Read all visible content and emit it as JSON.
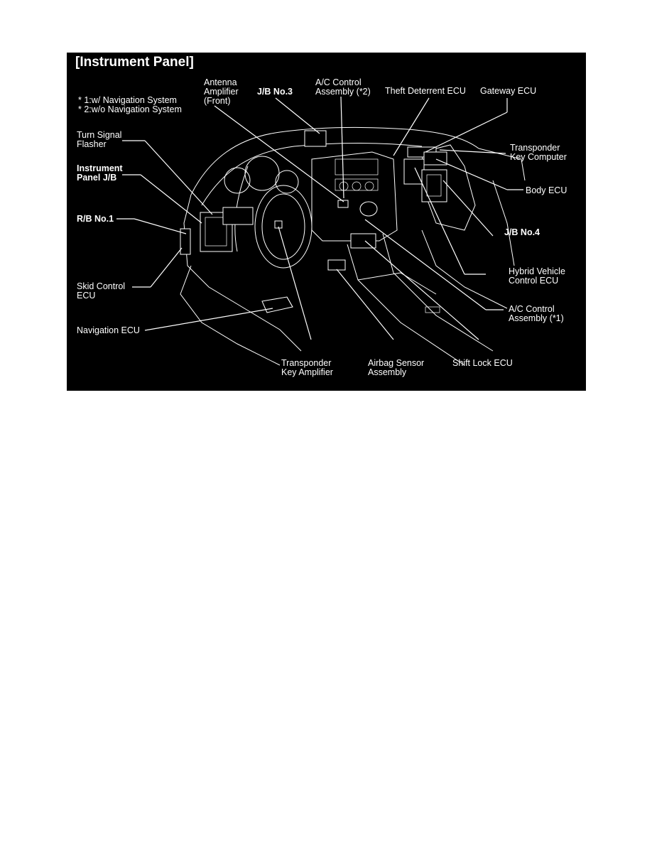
{
  "title": "[Instrument Panel]",
  "notes": [
    "* 1:w/ Navigation System",
    "* 2:w/o Navigation System"
  ],
  "labels": {
    "antenna": [
      "Antenna",
      "Amplifier",
      "(Front)"
    ],
    "jb3": [
      "J/B No.3"
    ],
    "ac2": [
      "A/C Control",
      "Assembly (*2)"
    ],
    "theft": [
      "Theft Deterrent ECU"
    ],
    "gateway": [
      "Gateway ECU"
    ],
    "turn": [
      "Turn Signal",
      "Flasher"
    ],
    "transponder_computer": [
      "Transponder",
      "Key Computer"
    ],
    "ipjb": [
      "Instrument",
      "Panel J/B"
    ],
    "body": [
      "Body ECU"
    ],
    "rb1": [
      "R/B No.1"
    ],
    "jb4": [
      "J/B No.4"
    ],
    "hybrid": [
      "Hybrid Vehicle",
      "Control ECU"
    ],
    "skid": [
      "Skid Control",
      "ECU"
    ],
    "ac1": [
      "A/C Control",
      "Assembly (*1)"
    ],
    "nav": [
      "Navigation ECU"
    ],
    "transponder_amp": [
      "Transponder",
      "Key Amplifier"
    ],
    "airbag": [
      "Airbag Sensor",
      "Assembly"
    ],
    "shift": [
      "Shift Lock ECU"
    ]
  }
}
